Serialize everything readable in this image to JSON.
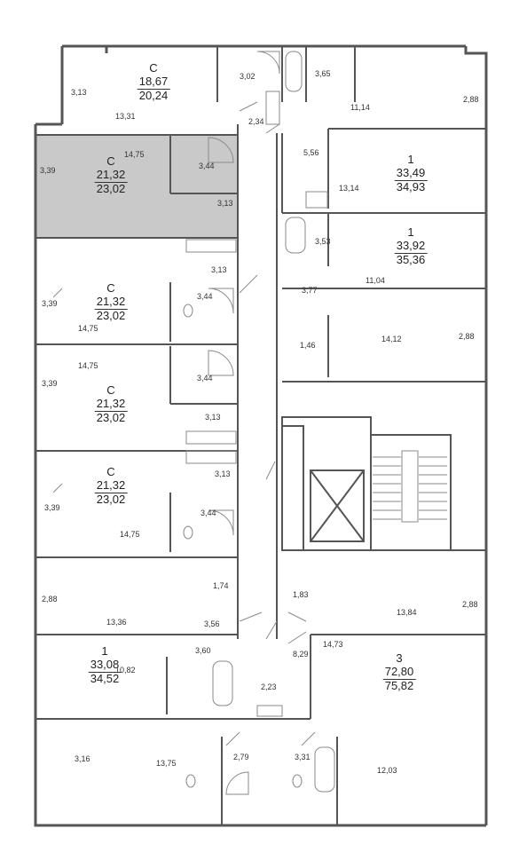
{
  "colors": {
    "wall": "#555555",
    "thin": "#8a8a8a",
    "highlight": "#c9c9c9",
    "background": "#ffffff"
  },
  "apartments": [
    {
      "id": "apt-1",
      "type": "С",
      "area_living": "18,67",
      "area_total": "20,24"
    },
    {
      "id": "apt-2",
      "type": "С",
      "area_living": "21,32",
      "area_total": "23,02"
    },
    {
      "id": "apt-3",
      "type": "С",
      "area_living": "21,32",
      "area_total": "23,02"
    },
    {
      "id": "apt-4",
      "type": "С",
      "area_living": "21,32",
      "area_total": "23,02"
    },
    {
      "id": "apt-5",
      "type": "С",
      "area_living": "21,32",
      "area_total": "23,02"
    },
    {
      "id": "apt-6",
      "type": "1",
      "area_living": "33,08",
      "area_total": "34,52"
    },
    {
      "id": "apt-7",
      "type": "1",
      "area_living": "33,49",
      "area_total": "34,93"
    },
    {
      "id": "apt-8",
      "type": "1",
      "area_living": "33,92",
      "area_total": "35,36"
    },
    {
      "id": "apt-9",
      "type": "3",
      "area_living": "72,80",
      "area_total": "75,82"
    }
  ],
  "room_areas": [
    "3,13",
    "13,31",
    "3,02",
    "3,65",
    "11,14",
    "2,88",
    "2,34",
    "5,56",
    "13,14",
    "3,39",
    "14,75",
    "3,44",
    "3,13",
    "3,53",
    "11,04",
    "3,13",
    "3,39",
    "14,75",
    "3,44",
    "3,77",
    "1,46",
    "14,12",
    "2,88",
    "14,75",
    "3,39",
    "3,44",
    "3,13",
    "3,13",
    "3,39",
    "3,44",
    "14,75",
    "2,88",
    "1,74",
    "13,36",
    "3,56",
    "1,83",
    "13,84",
    "2,88",
    "14,73",
    "8,29",
    "3,60",
    "10,82",
    "2,23",
    "3,16",
    "13,75",
    "2,79",
    "3,31",
    "12,03"
  ]
}
